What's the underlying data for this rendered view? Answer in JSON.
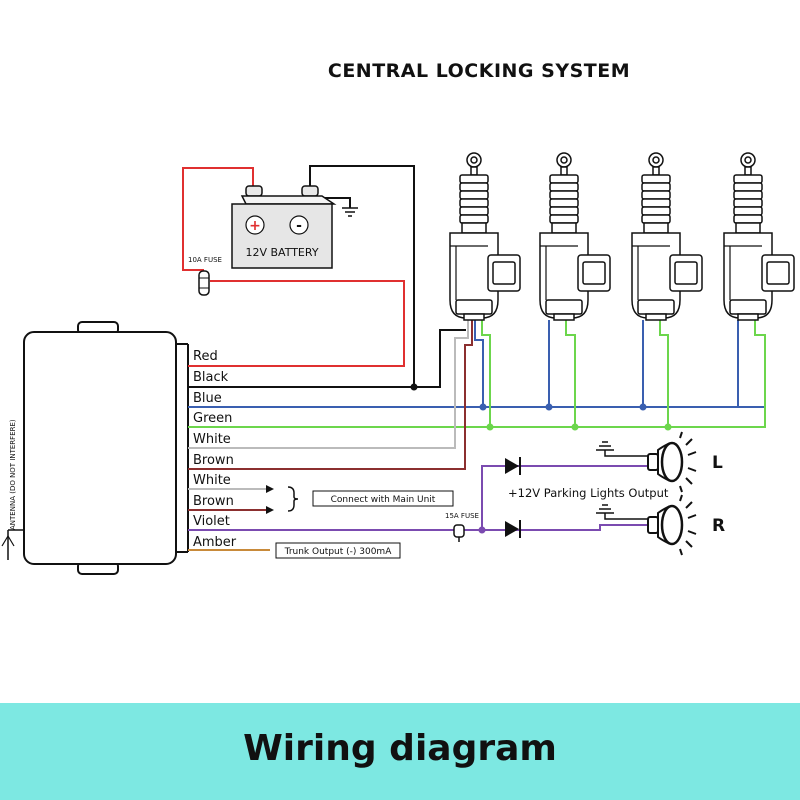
{
  "title": "CENTRAL LOCKING SYSTEM",
  "footer": "Wiring diagram",
  "battery": {
    "label": "12V BATTERY",
    "plus": "+",
    "minus": "-"
  },
  "fuse_battery": "10A FUSE",
  "fuse_lights": "15A FUSE",
  "antenna_label": "ANTENNA (DO NOT INTERFERE)",
  "wires": [
    {
      "label": "Red",
      "color": "#e03030"
    },
    {
      "label": "Black",
      "color": "#111111"
    },
    {
      "label": "Blue",
      "color": "#3a5fb0"
    },
    {
      "label": "Green",
      "color": "#6cd64c"
    },
    {
      "label": "White",
      "color": "#bbbbbb"
    },
    {
      "label": "Brown",
      "color": "#8b2f2f"
    },
    {
      "label": "White",
      "color": "#bbbbbb"
    },
    {
      "label": "Brown",
      "color": "#8b2f2f"
    },
    {
      "label": "Violet",
      "color": "#7b4bb0"
    },
    {
      "label": "Amber",
      "color": "#c88a3a"
    }
  ],
  "connect_note": "Connect with Main Unit",
  "trunk_note": "Trunk Output (-) 300mA",
  "parking_lights": "+12V Parking Lights Output",
  "lamp_left": "L",
  "lamp_right": "R",
  "actuator_icon": "door-lock-actuator-icon",
  "lamp_icon": "lamp-icon",
  "ground_icon": "ground-icon",
  "diode_icon": "diode-icon"
}
